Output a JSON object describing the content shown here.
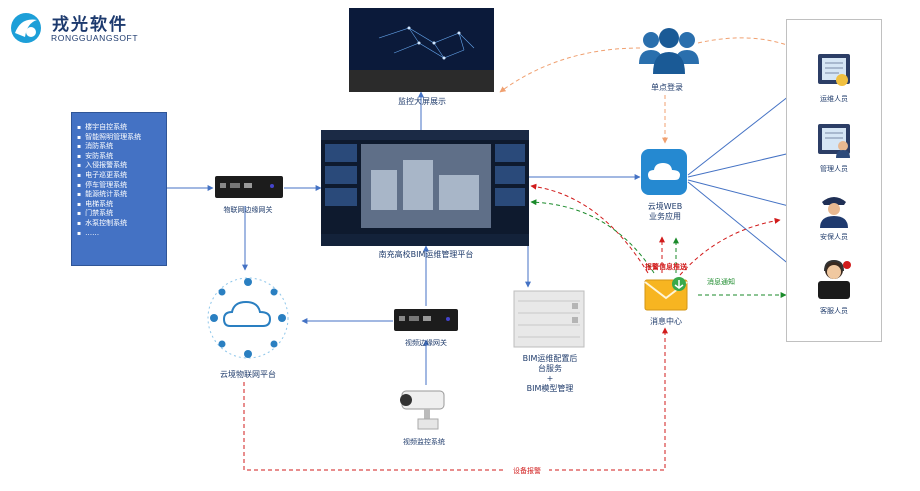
{
  "logo": {
    "cn": "戎光软件",
    "en": "RONGGUANGSOFT"
  },
  "labels": {
    "big_screen": "监控大屏展示",
    "platform": "南充高校BIM运维管理平台",
    "iot_gateway": "物联网边缘网关",
    "cloud_iot": "云境物联网平台",
    "video_gateway": "视频边缘网关",
    "video_monitor": "视频监控系统",
    "bim_service_1": "BIM运维配置后",
    "bim_service_2": "台服务",
    "bim_service_3": "+",
    "bim_service_4": "BIM模型管理",
    "sso": "单点登录",
    "web_1": "云境WEB",
    "web_2": "业务应用",
    "msg_center": "消息中心",
    "alarm_push": "报警信息推送",
    "msg_notify": "消息通知",
    "device_alarm": "设备报警"
  },
  "systems": [
    "楼宇自控系统",
    "智能照明管理系统",
    "消防系统",
    "安防系统",
    "入侵报警系统",
    "电子巡更系统",
    "停车管理系统",
    "能源统计系统",
    "电梯系统",
    "门禁系统",
    "水泵控制系统",
    "……"
  ],
  "people": [
    {
      "label": "运维人员",
      "icon": "operator-person-icon"
    },
    {
      "label": "管理人员",
      "icon": "manager-person-icon"
    },
    {
      "label": "安保人员",
      "icon": "security-person-icon"
    },
    {
      "label": "客服人员",
      "icon": "service-person-icon"
    }
  ],
  "colors": {
    "box_blue": "#4472c4",
    "line_blue": "#4472c4",
    "alarm_red": "#d11b1b",
    "notify_green": "#1a8a2a",
    "sso_orange": "#f0a070"
  }
}
